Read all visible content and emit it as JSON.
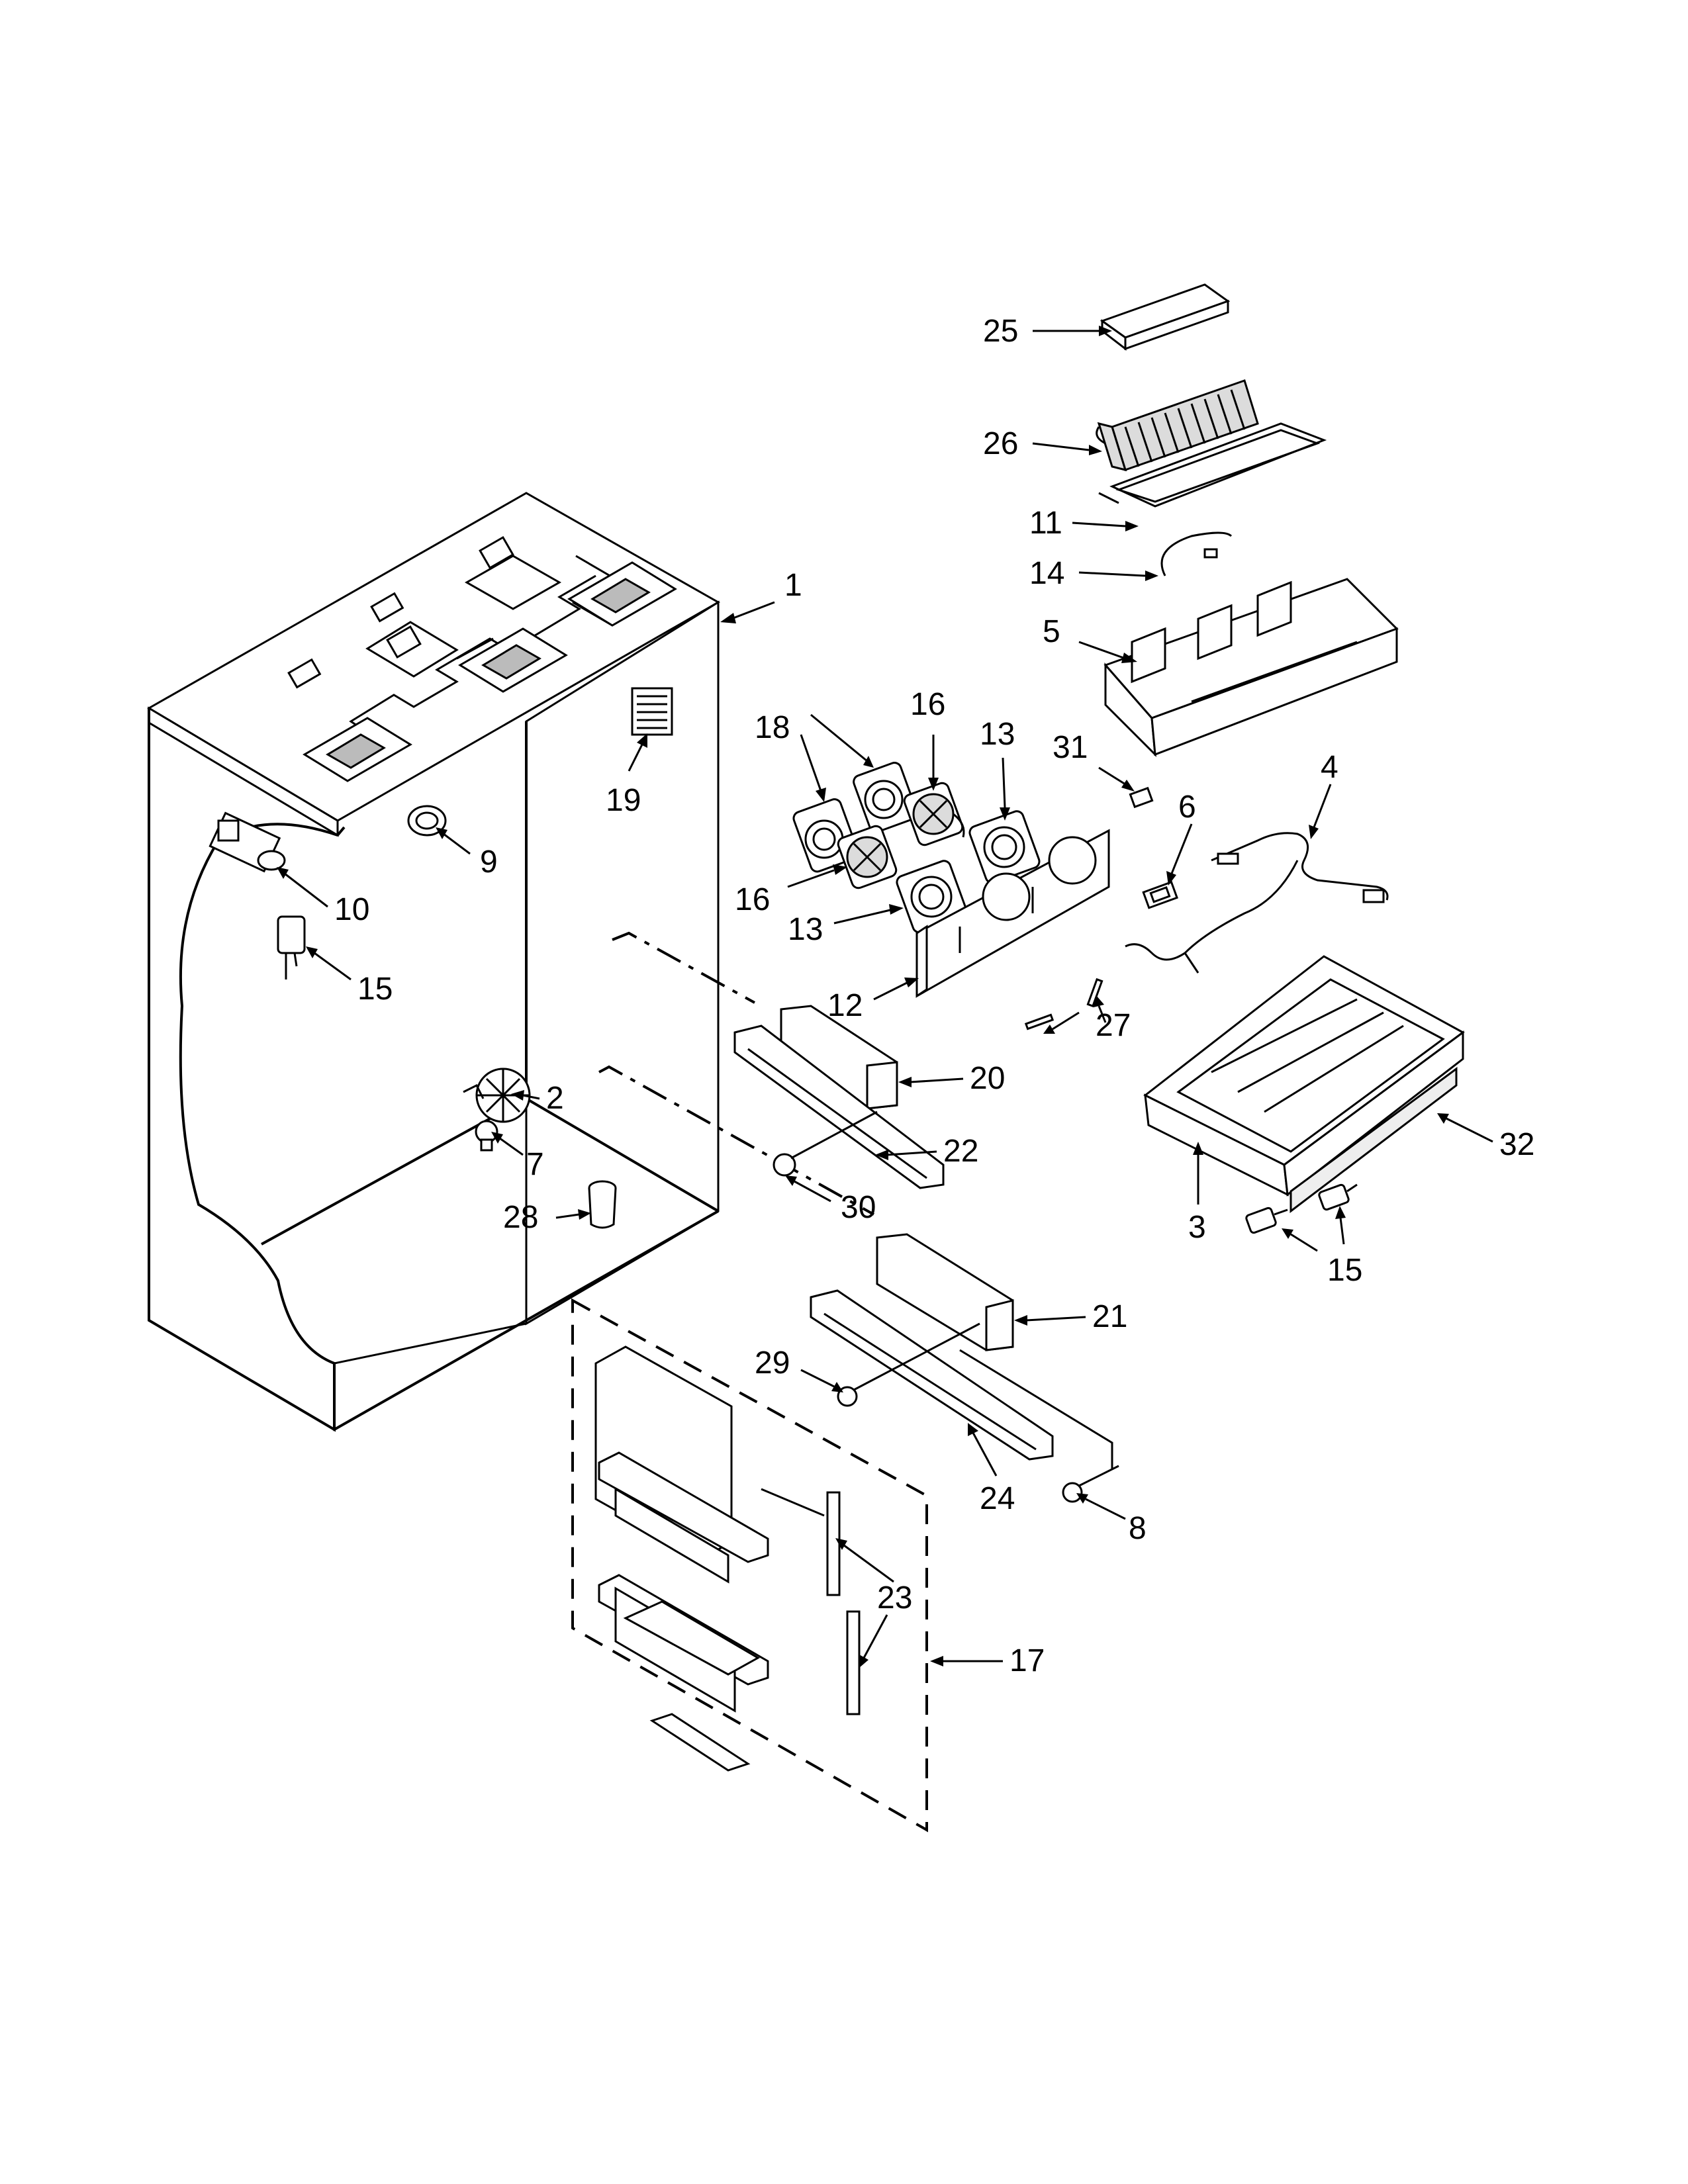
{
  "callouts": [
    {
      "id": "1",
      "text": "1"
    },
    {
      "id": "2",
      "text": "2"
    },
    {
      "id": "3",
      "text": "3"
    },
    {
      "id": "4",
      "text": "4"
    },
    {
      "id": "5",
      "text": "5"
    },
    {
      "id": "6",
      "text": "6"
    },
    {
      "id": "7",
      "text": "7"
    },
    {
      "id": "8",
      "text": "8"
    },
    {
      "id": "9",
      "text": "9"
    },
    {
      "id": "10",
      "text": "10"
    },
    {
      "id": "11",
      "text": "11"
    },
    {
      "id": "12",
      "text": "12"
    },
    {
      "id": "13a",
      "text": "13"
    },
    {
      "id": "13b",
      "text": "13"
    },
    {
      "id": "14",
      "text": "14"
    },
    {
      "id": "15a",
      "text": "15"
    },
    {
      "id": "15b",
      "text": "15"
    },
    {
      "id": "16a",
      "text": "16"
    },
    {
      "id": "16b",
      "text": "16"
    },
    {
      "id": "17",
      "text": "17"
    },
    {
      "id": "18",
      "text": "18"
    },
    {
      "id": "19",
      "text": "19"
    },
    {
      "id": "20",
      "text": "20"
    },
    {
      "id": "21",
      "text": "21"
    },
    {
      "id": "22",
      "text": "22"
    },
    {
      "id": "23",
      "text": "23"
    },
    {
      "id": "24",
      "text": "24"
    },
    {
      "id": "25",
      "text": "25"
    },
    {
      "id": "26",
      "text": "26"
    },
    {
      "id": "27",
      "text": "27"
    },
    {
      "id": "28",
      "text": "28"
    },
    {
      "id": "29",
      "text": "29"
    },
    {
      "id": "30",
      "text": "30"
    },
    {
      "id": "31",
      "text": "31"
    },
    {
      "id": "32",
      "text": "32"
    }
  ]
}
